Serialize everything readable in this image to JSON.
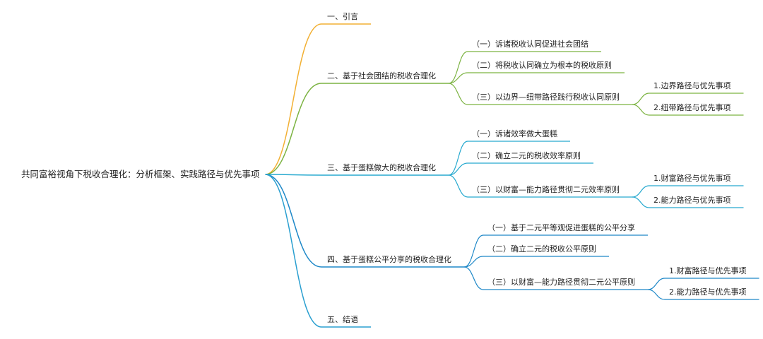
{
  "root": "共同富裕视角下税收合理化：分析框架、实践路径与优先事项",
  "branches": [
    {
      "label": "一、引言",
      "color": "#f2b033",
      "children": []
    },
    {
      "label": "二、基于社会团结的税收合理化",
      "color": "#7cb342",
      "children": [
        {
          "label": "（一）诉诸税收认同促进社会团结",
          "children": []
        },
        {
          "label": "（二）将税收认同确立为根本的税收原则",
          "children": []
        },
        {
          "label": "（三）以边界—纽带路径践行税收认同原则",
          "children": [
            {
              "label": "1.边界路径与优先事项"
            },
            {
              "label": "2.纽带路径与优先事项"
            }
          ]
        }
      ]
    },
    {
      "label": "三、基于蛋糕做大的税收合理化",
      "color": "#26a9cf",
      "children": [
        {
          "label": "（一）诉诸效率做大蛋糕",
          "children": []
        },
        {
          "label": "（二）确立二元的税收效率原则",
          "children": []
        },
        {
          "label": "（三）以财富—能力路径贯彻二元效率原则",
          "children": [
            {
              "label": "1.财富路径与优先事项"
            },
            {
              "label": "2.能力路径与优先事项"
            }
          ]
        }
      ]
    },
    {
      "label": "四、基于蛋糕公平分享的税收合理化",
      "color": "#1e88c8",
      "children": [
        {
          "label": "（一）基于二元平等观促进蛋糕的公平分享",
          "children": []
        },
        {
          "label": "（二）确立二元的税收公平原则",
          "children": []
        },
        {
          "label": "（三）以财富—能力路径贯彻二元公平原则",
          "children": [
            {
              "label": "1.财富路径与优先事项"
            },
            {
              "label": "2.能力路径与优先事项"
            }
          ]
        }
      ]
    },
    {
      "label": "五、结语",
      "color": "#2a9fd0",
      "children": []
    }
  ]
}
